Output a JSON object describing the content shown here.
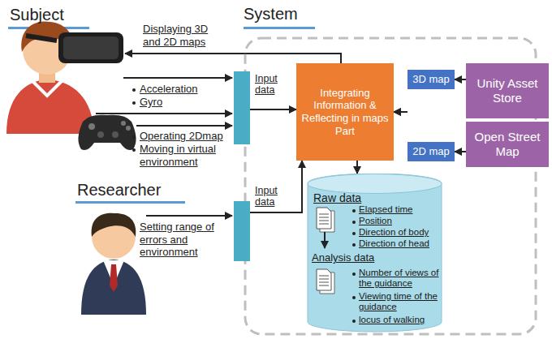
{
  "diagram": {
    "nodes": [
      {
        "text": [
          "System"
        ]
      },
      {
        "text": [
          "Input data"
        ]
      },
      {
        "text": [
          "Integrating Information & Reflecting in maps Part"
        ],
        "in": 0
      },
      {
        "text": [
          "3D map"
        ],
        "in": 0
      },
      {
        "text": [
          "2D map"
        ],
        "in": 0
      },
      {
        "text": [
          "Input data"
        ]
      },
      {
        "text": [
          "Raw data",
          "Elapsed time",
          "Position",
          "Direction of body",
          "Direction of head",
          "Analysis data",
          "Number of views of the guidance",
          "Viewing time of the guidance",
          "locus of walking"
        ],
        "in": 0
      },
      {
        "text": [
          "Unity Asset Store"
        ]
      },
      {
        "text": [
          "Open Street Map"
        ]
      }
    ],
    "edges": [
      {
        "from": 7,
        "to": 3,
        "arrow": "to"
      },
      {
        "from": 3,
        "to": 2,
        "arrow": "to"
      },
      {
        "from": 8,
        "to": 4,
        "arrow": "to"
      },
      {
        "from": 4,
        "to": 2,
        "arrow": "to"
      },
      {
        "from": 1,
        "to": 2,
        "arrow": "to"
      },
      {
        "from": 5,
        "to": 2,
        "arrow": "to"
      },
      {
        "from": 2,
        "to": 6,
        "arrow": "to"
      }
    ],
    "labels": [
      "Subject",
      "Displaying 3D and 2D maps",
      "Acceleration",
      "Gyro",
      "Operating 2Dmap",
      "Moving in virtual environment",
      "Researcher",
      "Setting range of errors and environment"
    ]
  }
}
